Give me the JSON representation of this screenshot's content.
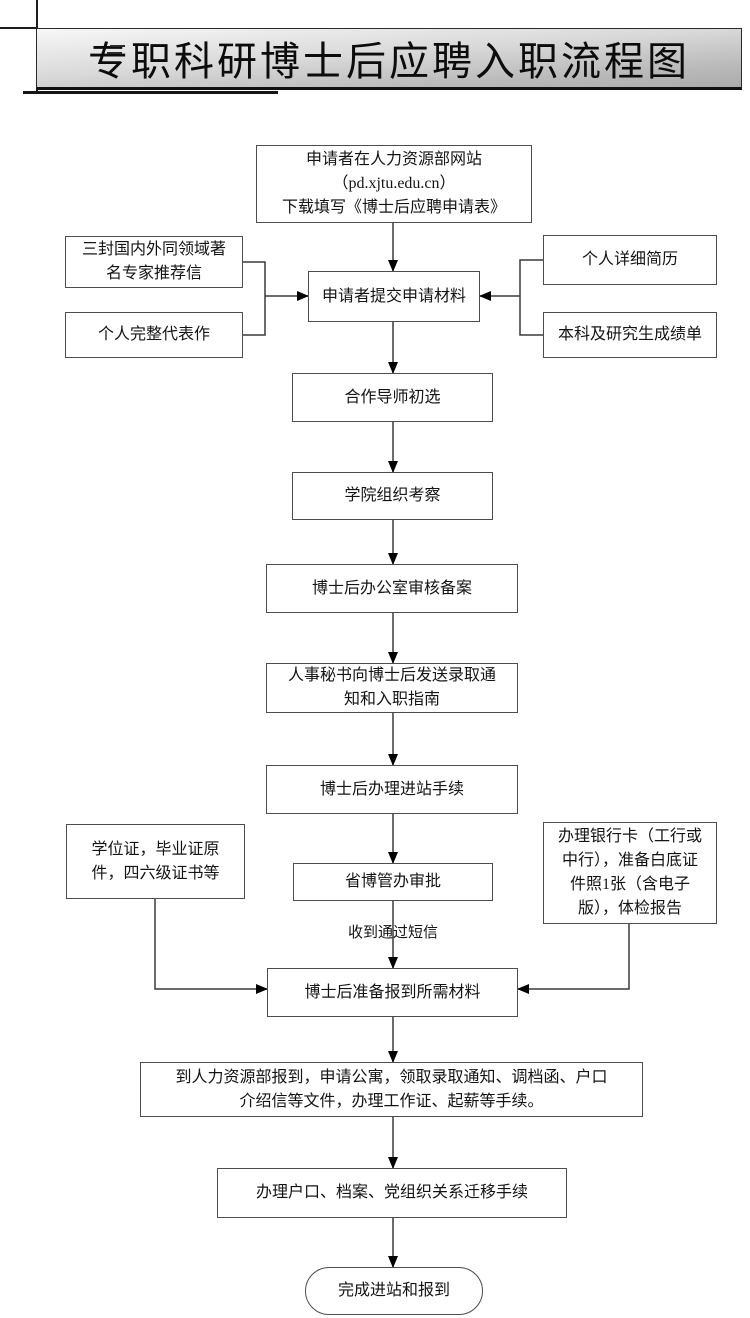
{
  "title": "专职科研博士后应聘入职流程图",
  "colors": {
    "line": "#3a3a3a",
    "arrowhead": "#000000",
    "box_border": "#4d4d4d",
    "banner_top": "#f7f7f7",
    "banner_bottom": "#ababab"
  },
  "nodes": {
    "download": "申请者在人力资源部网站\n（pd.xjtu.edu.cn）\n下载填写《博士后应聘申请表》",
    "recommendation_letters": "三封国内外同领域著名专家推荐信",
    "representative_works": "个人完整代表作",
    "submit_materials": "申请者提交申请材料",
    "resume": "个人详细简历",
    "transcripts": "本科及研究生成绩单",
    "mentor_screening": "合作导师初选",
    "school_inspection": "学院组织考察",
    "postdoc_office_review": "博士后办公室审核备案",
    "hr_secretary_notice": "人事秘书向博士后发送录取通知和入职指南",
    "station_entry_procedure": "博士后办理进站手续",
    "provincial_approval": "省博管办审批",
    "prepare_materials": "博士后准备报到所需材料",
    "certificates": "学位证，毕业证原件，四六级证书等",
    "bank_card_photo": "办理银行卡（工行或中行），准备白底证件照1张（含电子版），体检报告",
    "hr_checkin": "到人力资源部报到，申请公寓，领取录取通知、调档函、户口介绍信等文件，办理工作证、起薪等手续。",
    "hukou_transfer": "办理户口、档案、党组织关系迁移手续",
    "finish": "完成进站和报到"
  },
  "edge_labels": {
    "sms": "收到通过短信"
  }
}
